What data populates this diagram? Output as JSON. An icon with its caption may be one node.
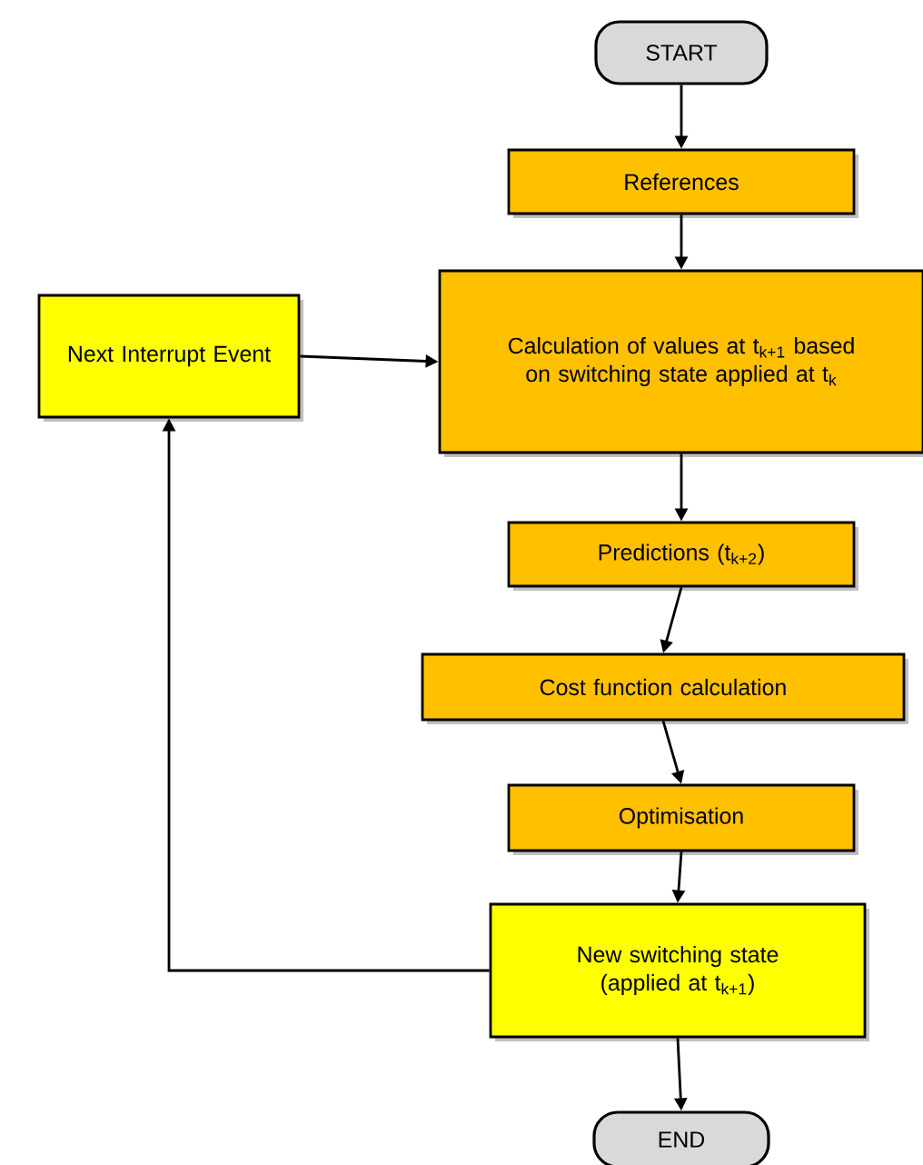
{
  "diagram": {
    "nodes": [
      {
        "text": [
          "START"
        ]
      },
      {
        "text": [
          "References"
        ]
      },
      {
        "text": [
          "Calculation of values at t$_{k+1}$ based on switching state applied at t$_{k}$"
        ]
      },
      {
        "text": [
          "Next Interrupt Event"
        ]
      },
      {
        "text": [
          "Predictions (t$_{k+2}$)"
        ]
      },
      {
        "text": [
          "Cost function calculation"
        ]
      },
      {
        "text": [
          "Optimisation"
        ]
      },
      {
        "text": [
          "New switching state (applied at t$_{k+1}$)"
        ]
      },
      {
        "text": [
          "END"
        ]
      }
    ],
    "edges": [
      {
        "from": 0,
        "to": 1,
        "arrow": "to"
      },
      {
        "from": 1,
        "to": 2,
        "arrow": "to"
      },
      {
        "from": 3,
        "to": 2,
        "arrow": "to"
      },
      {
        "from": 2,
        "to": 4,
        "arrow": "to"
      },
      {
        "from": 4,
        "to": 5,
        "arrow": "to"
      },
      {
        "from": 5,
        "to": 6,
        "arrow": "to"
      },
      {
        "from": 6,
        "to": 7,
        "arrow": "to"
      },
      {
        "from": 7,
        "to": 8,
        "arrow": "to"
      },
      {
        "from": 7,
        "to": 3,
        "arrow": "to"
      }
    ]
  }
}
